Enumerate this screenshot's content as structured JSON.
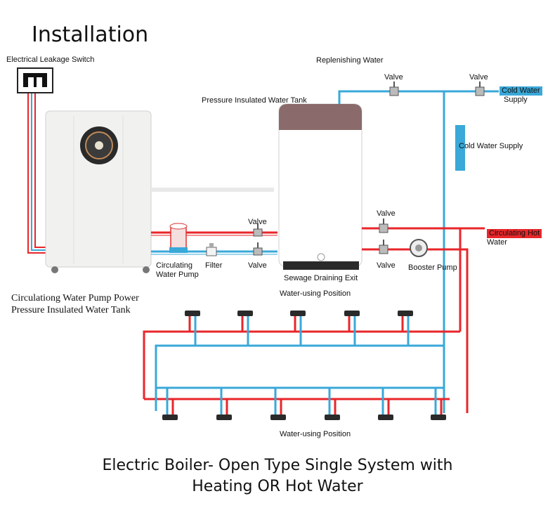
{
  "title": "Installation",
  "labels": {
    "leakage_switch": "Electrical Leakage Switch",
    "replenishing_water": "Replenishing Water",
    "valve_top_1": "Valve",
    "valve_top_2": "Valve",
    "cold_water_supply_tag_line1": "Cold Water",
    "cold_water_supply_tag_line2": "Supply",
    "tank_title": "Pressure Insulated Water Tank",
    "cold_water_supply_side": "Cold Water Supply",
    "valve_mid_right_top": "Valve",
    "valve_mid_right_bottom": "Valve",
    "circulating_hot_line1": "Circulating Hot",
    "circulating_hot_line2": "Water",
    "booster_pump": "Booster Pump",
    "valve_left_top": "Valve",
    "valve_left_bottom": "Valve",
    "circ_pump_line1": "Circulating",
    "circ_pump_line2": "Water Pump",
    "filter": "Filter",
    "sewage": "Sewage Draining Exit",
    "power_line1": "Circulationg Water Pump Power",
    "power_line2": "Pressure Insulated Water Tank",
    "water_using_top": "Water-using Position",
    "water_using_bottom": "Water-using Position"
  },
  "caption": {
    "line1": "Electric Boiler- Open Type Single System with",
    "line2": "Heating OR Hot Water"
  },
  "colors": {
    "hot_pipe": "#e8262a",
    "cold_pipe": "#3aa8d8",
    "tank_top": "#8a6a6a"
  }
}
